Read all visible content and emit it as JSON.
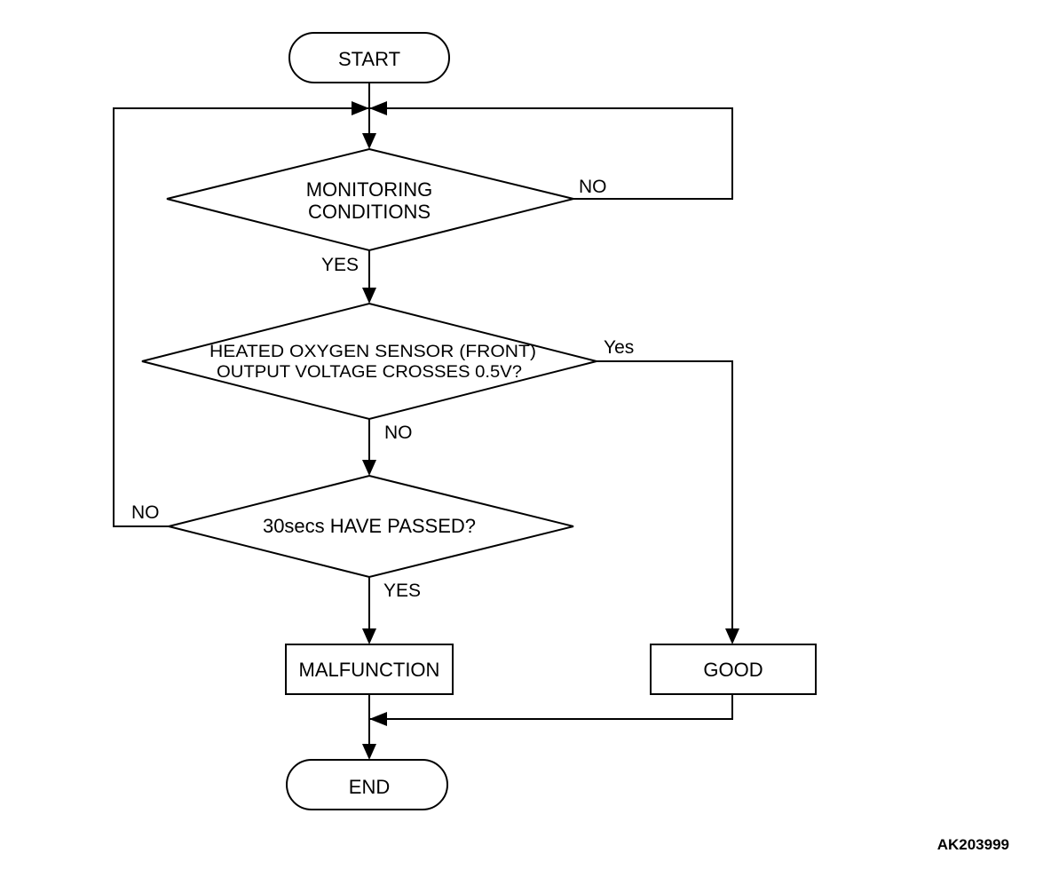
{
  "nodes": {
    "start": "START",
    "monitoring_line1": "MONITORING",
    "monitoring_line2": "CONDITIONS",
    "sensor_line1": "HEATED OXYGEN SENSOR (FRONT)",
    "sensor_line2": "OUTPUT VOLTAGE CROSSES 0.5V?",
    "timer": "30secs HAVE PASSED?",
    "malfunction": "MALFUNCTION",
    "good": "GOOD",
    "end": "END"
  },
  "labels": {
    "monitoring_no": "NO",
    "monitoring_yes": "YES",
    "sensor_yes": "Yes",
    "sensor_no": "NO",
    "timer_no": "NO",
    "timer_yes": "YES"
  },
  "reference_code": "AK203999"
}
